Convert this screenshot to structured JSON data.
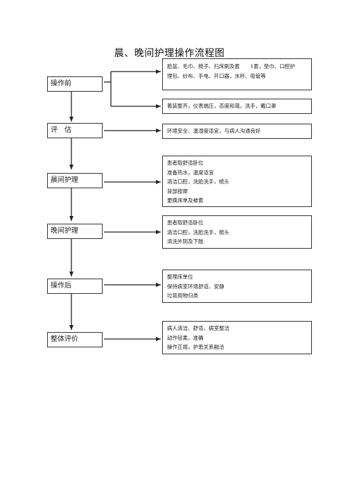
{
  "title": "晨、晚间护理操作流程图",
  "steps": [
    {
      "label": "操作前"
    },
    {
      "label": "评　估"
    },
    {
      "label": "晨间护理"
    },
    {
      "label": "晚间护理"
    },
    {
      "label": "操作后"
    },
    {
      "label": "整体评价"
    }
  ],
  "details": {
    "prep_items": [
      "脸盆、毛巾、梳子、扫床刷及套　　1套，垫巾、口腔护",
      "理包、纱布、手电、开口器，水杯、吸管等"
    ],
    "prep_self": [
      "着装整齐，仪表端庄，态度和蔼，洗手，戴口罩"
    ],
    "assess": [
      "环境安全、温湿度适宜，与病人沟通良好"
    ],
    "morning": [
      "患者取舒适卧位",
      "准备热水，温度适宜",
      "清洁口腔，洗脸洗手，梳头",
      "背部按摩",
      "更换床单及被套"
    ],
    "evening": [
      "患者取舒适卧位",
      "清洁口腔，洗脸洗手，梳头",
      "清洗外阴及下肢"
    ],
    "after": [
      "整理床单位",
      "保持病室环境舒适、安静",
      "垃圾用物归类"
    ],
    "evaluation": [
      "病人清洁、舒适，病室整洁",
      "动作轻柔，准确",
      "操作正规，护患关系融洽"
    ]
  }
}
